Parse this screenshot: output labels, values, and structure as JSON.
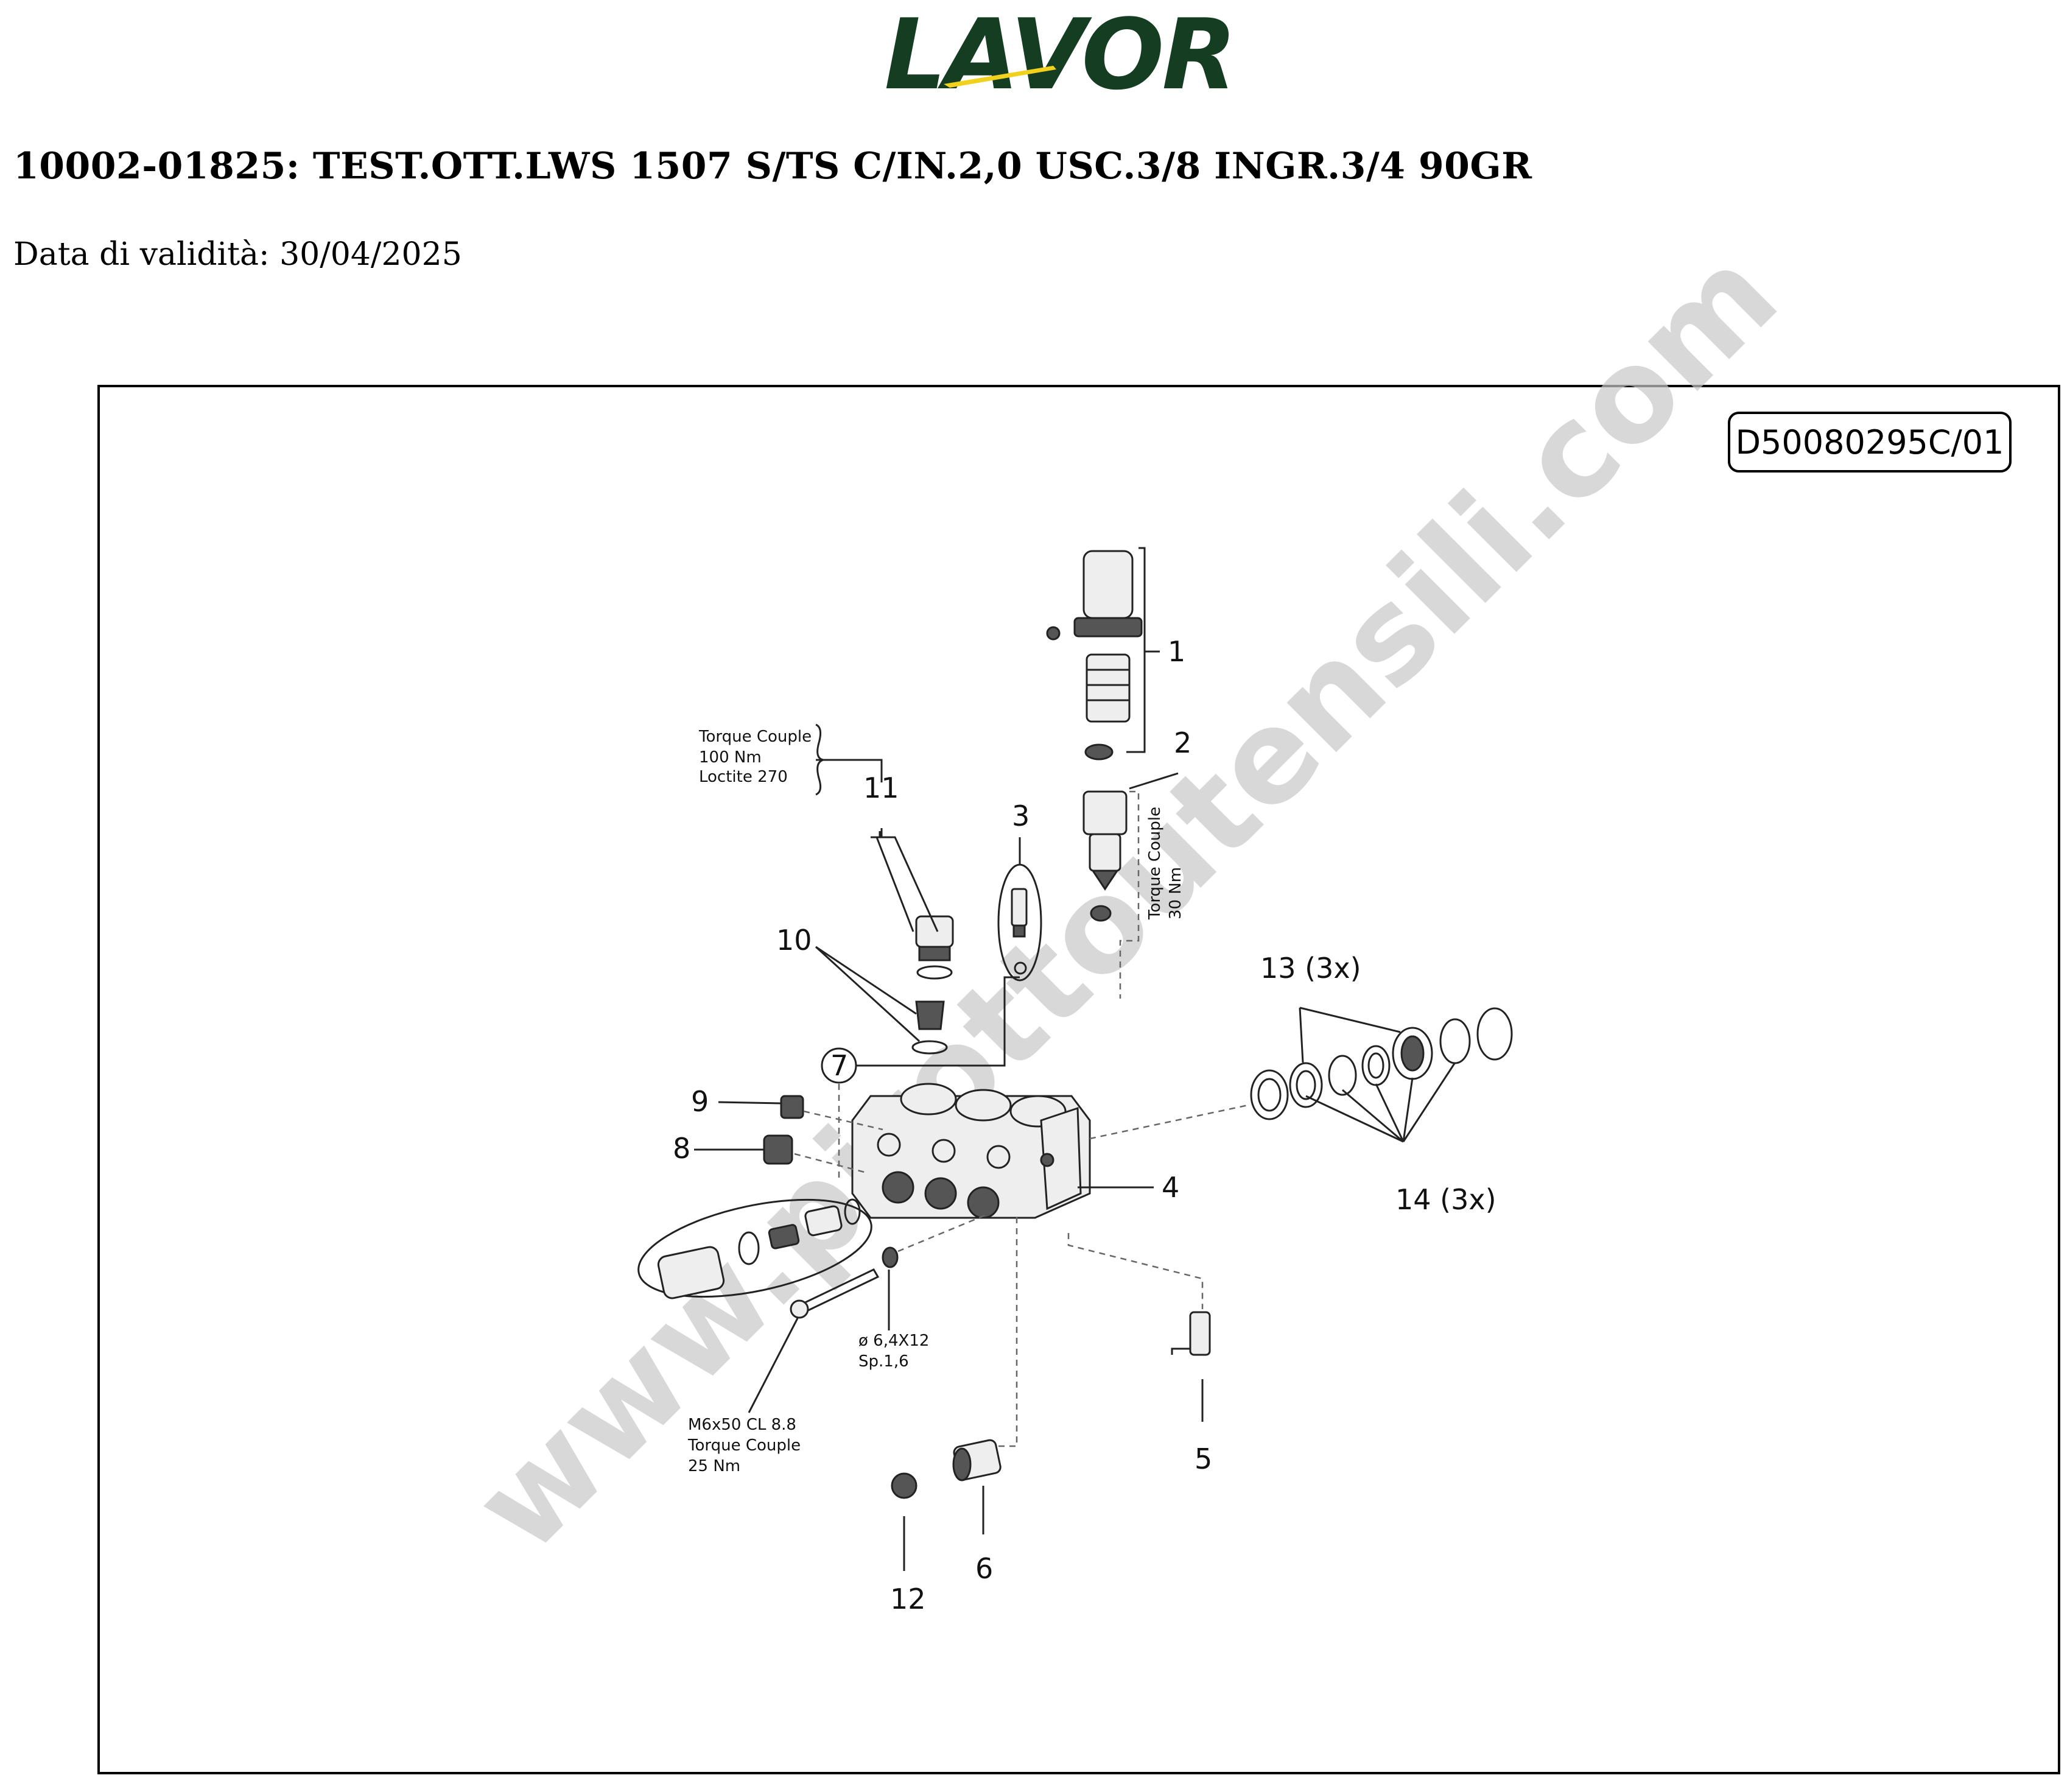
{
  "brand": {
    "logo_text": "LAVOR",
    "logo_color": "#143d22",
    "accent_color": "#f0d21e"
  },
  "header": {
    "title": "10002-01825: TEST.OTT.LWS 1507 S/TS C/IN.2,0 USC.3/8 INGR.3/4 90GR",
    "validity": "Data di validità: 30/04/2025"
  },
  "drawing": {
    "code": "D50080295C/01",
    "watermark": "www.pirottoutensili.com",
    "labels": {
      "l1": "1",
      "l2": "2",
      "l3": "3",
      "l4": "4",
      "l5": "5",
      "l6": "6",
      "l7": "7",
      "l8": "8",
      "l9": "9",
      "l10": "10",
      "l11": "11",
      "l12": "12",
      "l13": "13 (3x)",
      "l14": "14 (3x)"
    },
    "notes": {
      "torque11": [
        "Torque Couple",
        "100 Nm",
        "Loctite 270"
      ],
      "torque2": [
        "Torque Couple",
        "30 Nm"
      ],
      "washer": [
        "ø 6,4X12",
        "Sp.1,6"
      ],
      "bolt": [
        "M6x50 CL 8.8",
        "Torque Couple",
        "25 Nm"
      ]
    }
  }
}
